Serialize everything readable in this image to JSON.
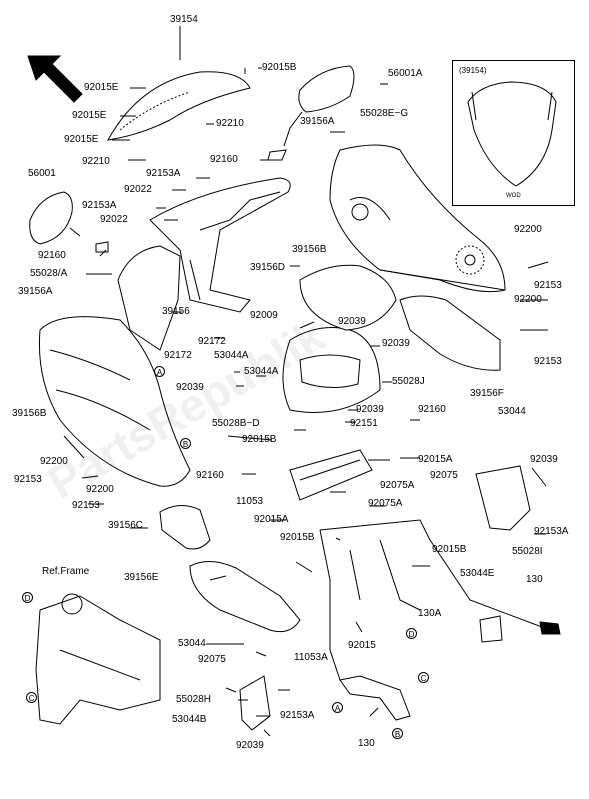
{
  "labels": {
    "p39154": "39154",
    "p92015B_a": "92015B",
    "p56001A": "56001A",
    "p92015E_a": "92015E",
    "p92015E_b": "92015E",
    "p92015E_c": "92015E",
    "p92210_a": "92210",
    "p92210_b": "92210",
    "p39156A_a": "39156A",
    "p55028EG": "55028E~G",
    "p92160_a": "92160",
    "p92153A_a": "92153A",
    "p92022_a": "92022",
    "p56001": "56001",
    "p92153A_b": "92153A",
    "p92022_b": "92022",
    "p92160_b": "92160",
    "p39156B_a": "39156B",
    "p92200_a": "92200",
    "p55028A": "55028/A",
    "p39156D": "39156D",
    "p92153_a": "92153",
    "p39156A_b": "39156A",
    "p39156": "39156",
    "p92009": "92009",
    "p92039_a": "92039",
    "p92200_b": "92200",
    "p92172_a": "92172",
    "p53044A_a": "53044A",
    "p92039_b": "92039",
    "p92172_b": "92172",
    "p92153_b": "92153",
    "p53044A_b": "53044A",
    "p55028J": "55028J",
    "p92039_c": "92039",
    "p39156F": "39156F",
    "p39156B_b": "39156B",
    "p55028BD": "55028B~D",
    "p92039_d": "92039",
    "p92160_c": "92160",
    "p92151": "92151",
    "p53044": "53044",
    "p92015B_b": "92015B",
    "p92200_c": "92200",
    "p92153_c": "92153",
    "p92015A_a": "92015A",
    "p92039_e": "92039",
    "p92075_a": "92075",
    "p92160_d": "92160",
    "p92075A_a": "92075A",
    "p92200_d": "92200",
    "p11053": "11053",
    "p92153_d": "92153",
    "p92075A_b": "92075A",
    "p92153A_c": "92153A",
    "p39156C": "39156C",
    "p92015A_b": "92015A",
    "p92015B_c": "92015B",
    "p55028I": "55028I",
    "p92015B_d": "92015B",
    "p53044E": "53044E",
    "p130_a": "130",
    "p39156E": "39156E",
    "p130A": "130A",
    "p92015_a": "92015",
    "p53044_b": "53044",
    "p11053A": "11053A",
    "p92075_b": "92075",
    "p55028H": "55028H",
    "p92153A_d": "92153A",
    "p53044B": "53044B",
    "p92039_f": "92039",
    "p130_b": "130"
  },
  "ref_frame": "Ref.Frame",
  "inset": {
    "title": "(39154)",
    "caption": "WOD"
  },
  "callouts": [
    "A",
    "B",
    "C",
    "D"
  ],
  "watermark": "PartsRepublik"
}
